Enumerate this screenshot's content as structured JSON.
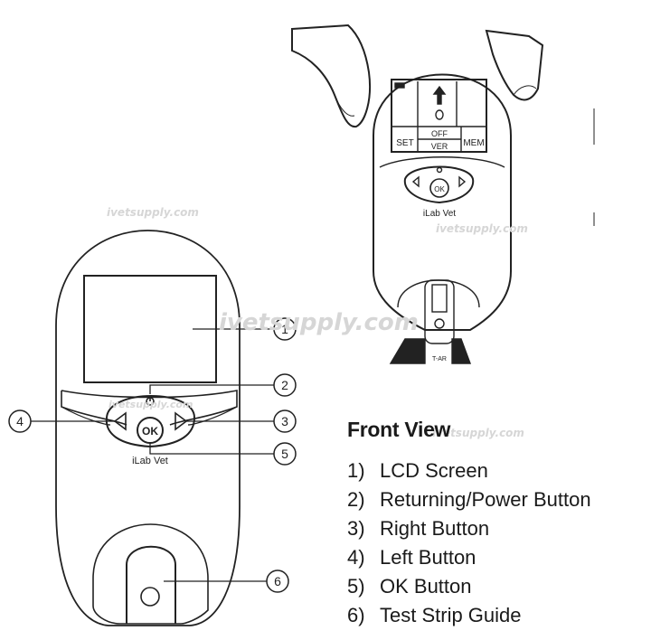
{
  "legend": {
    "title": "Front View",
    "items": [
      {
        "num": "1)",
        "label": "LCD Screen"
      },
      {
        "num": "2)",
        "label": "Returning/Power Button"
      },
      {
        "num": "3)",
        "label": "Right Button"
      },
      {
        "num": "4)",
        "label": "Left Button"
      },
      {
        "num": "5)",
        "label": "OK Button"
      },
      {
        "num": "6)",
        "label": "Test Strip Guide"
      }
    ]
  },
  "callouts": [
    "1",
    "2",
    "3",
    "4",
    "5",
    "6"
  ],
  "device": {
    "brand": "iLab Vet",
    "ok_label": "OK",
    "lcd": {
      "set": "SET",
      "off": "OFF",
      "ver": "VER",
      "mem": "MEM"
    },
    "strip_text": "T-AR"
  },
  "watermark": "ivetsupply.com",
  "colors": {
    "line": "#222222",
    "watermark": "#d6d6d6"
  }
}
